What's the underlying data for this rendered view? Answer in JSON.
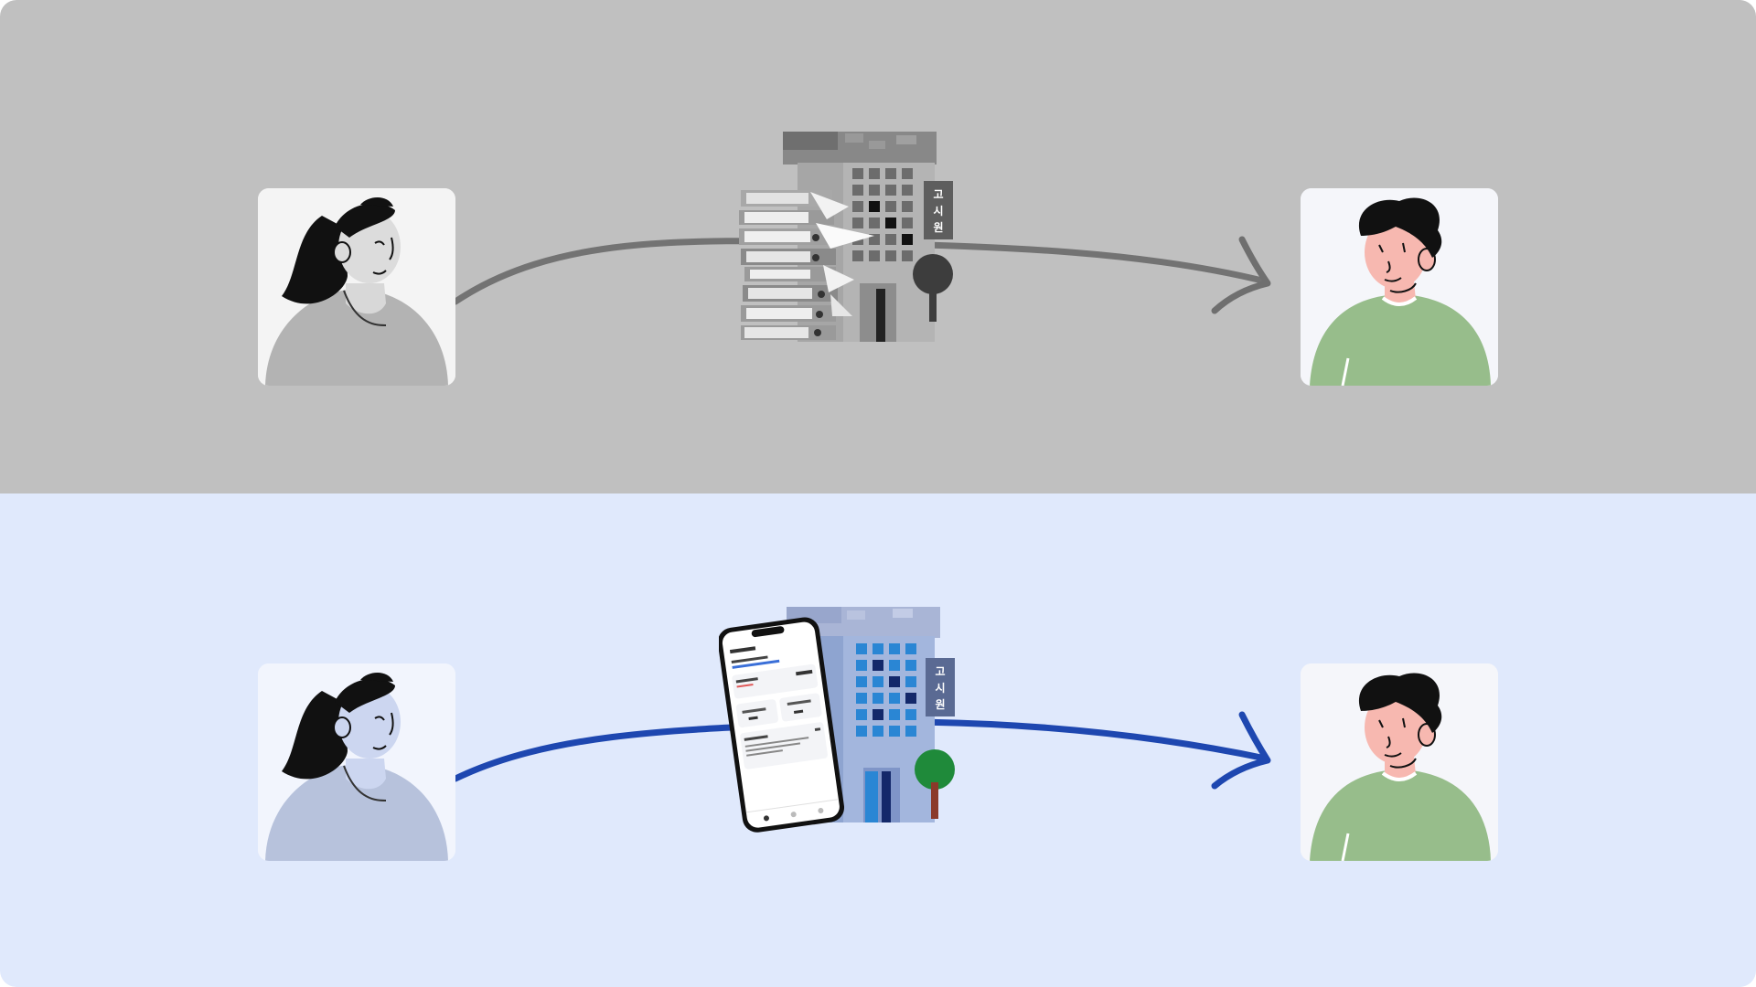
{
  "colors": {
    "top_background": "#c0c0c0",
    "bottom_background": "#e0e9fc",
    "top_arrow": "#6f6f6f",
    "bottom_arrow": "#1e47b0",
    "card_background": "#f5f6fa",
    "shirt_green": "#97bd8b",
    "skin": "#f7b8b0",
    "bottom_woman_shirt": "#b7c2dc",
    "building_blue": "#2a86d4",
    "building_dark": "#13286a",
    "tree_green": "#1f8a3a"
  },
  "top_panel": {
    "building_sign": [
      "고",
      "시",
      "원"
    ]
  },
  "bottom_panel": {
    "building_sign": [
      "고",
      "시",
      "원"
    ]
  }
}
